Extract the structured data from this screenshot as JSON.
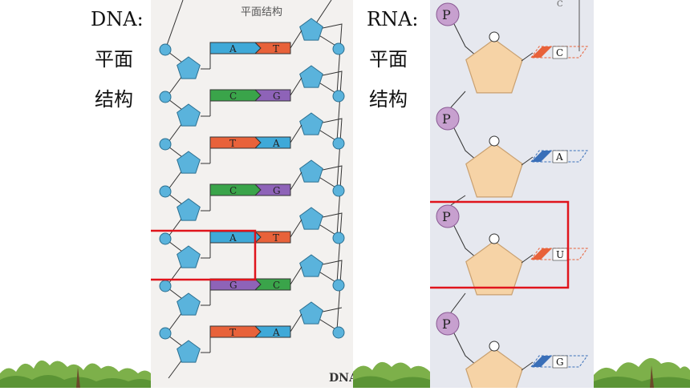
{
  "slide": {
    "left_labels": {
      "line1": "DNA:",
      "line2": "平面",
      "line3": "结构"
    },
    "right_labels": {
      "line1": "RNA:",
      "line2": "平面",
      "line3": "结构"
    }
  },
  "dna_figure": {
    "title": "平面结构",
    "caption": "DNA",
    "pairs": [
      {
        "left": "A",
        "right": "T"
      },
      {
        "left": "C",
        "right": "G"
      },
      {
        "left": "T",
        "right": "A"
      },
      {
        "left": "C",
        "right": "G"
      },
      {
        "left": "A",
        "right": "T"
      },
      {
        "left": "G",
        "right": "C"
      },
      {
        "left": "T",
        "right": "A"
      }
    ]
  },
  "rna_figure": {
    "phosphate_label": "P",
    "bases": [
      "C",
      "A",
      "U",
      "G"
    ],
    "top_partial": "C"
  },
  "colors": {
    "adenine": "#3fa9d8",
    "thymine": "#e8623a",
    "cytosine": "#3aa44a",
    "guanine": "#8e63b8",
    "uracil": "#e8623a",
    "sugar_dna": "#5ab3dc",
    "sugar_rna": "#f6d3a6",
    "phosphate": "#c7a0cf",
    "highlight": "#e0141c",
    "foliage": "#6ea63a"
  }
}
